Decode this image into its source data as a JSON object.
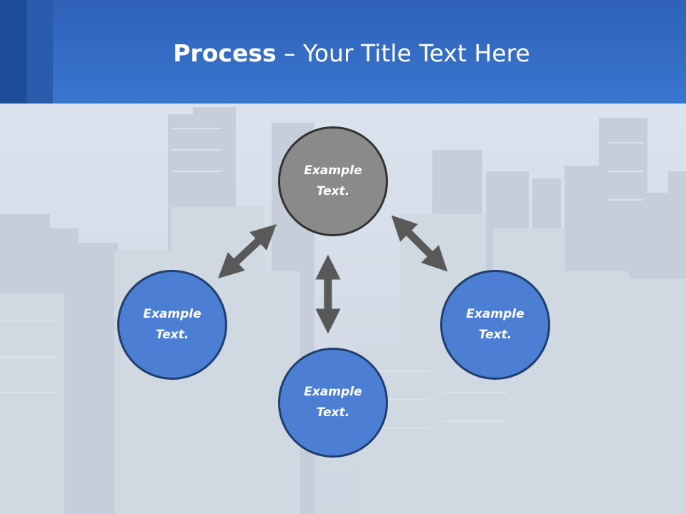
{
  "slide": {
    "title_bold": "Process",
    "title_rest": " – Your Title Text Here",
    "nodes": [
      {
        "label": "Example\nText.",
        "style": "gray"
      },
      {
        "label": "Example\nText.",
        "style": "blue"
      },
      {
        "label": "Example\nText.",
        "style": "blue"
      },
      {
        "label": "Example\nText.",
        "style": "blue"
      }
    ],
    "colors": {
      "header": "#3a76cf",
      "circle_blue": "#4c7ed3",
      "circle_gray": "#8a8a8a",
      "arrow": "#595959"
    },
    "background_image": "city skyline aerial photo"
  }
}
